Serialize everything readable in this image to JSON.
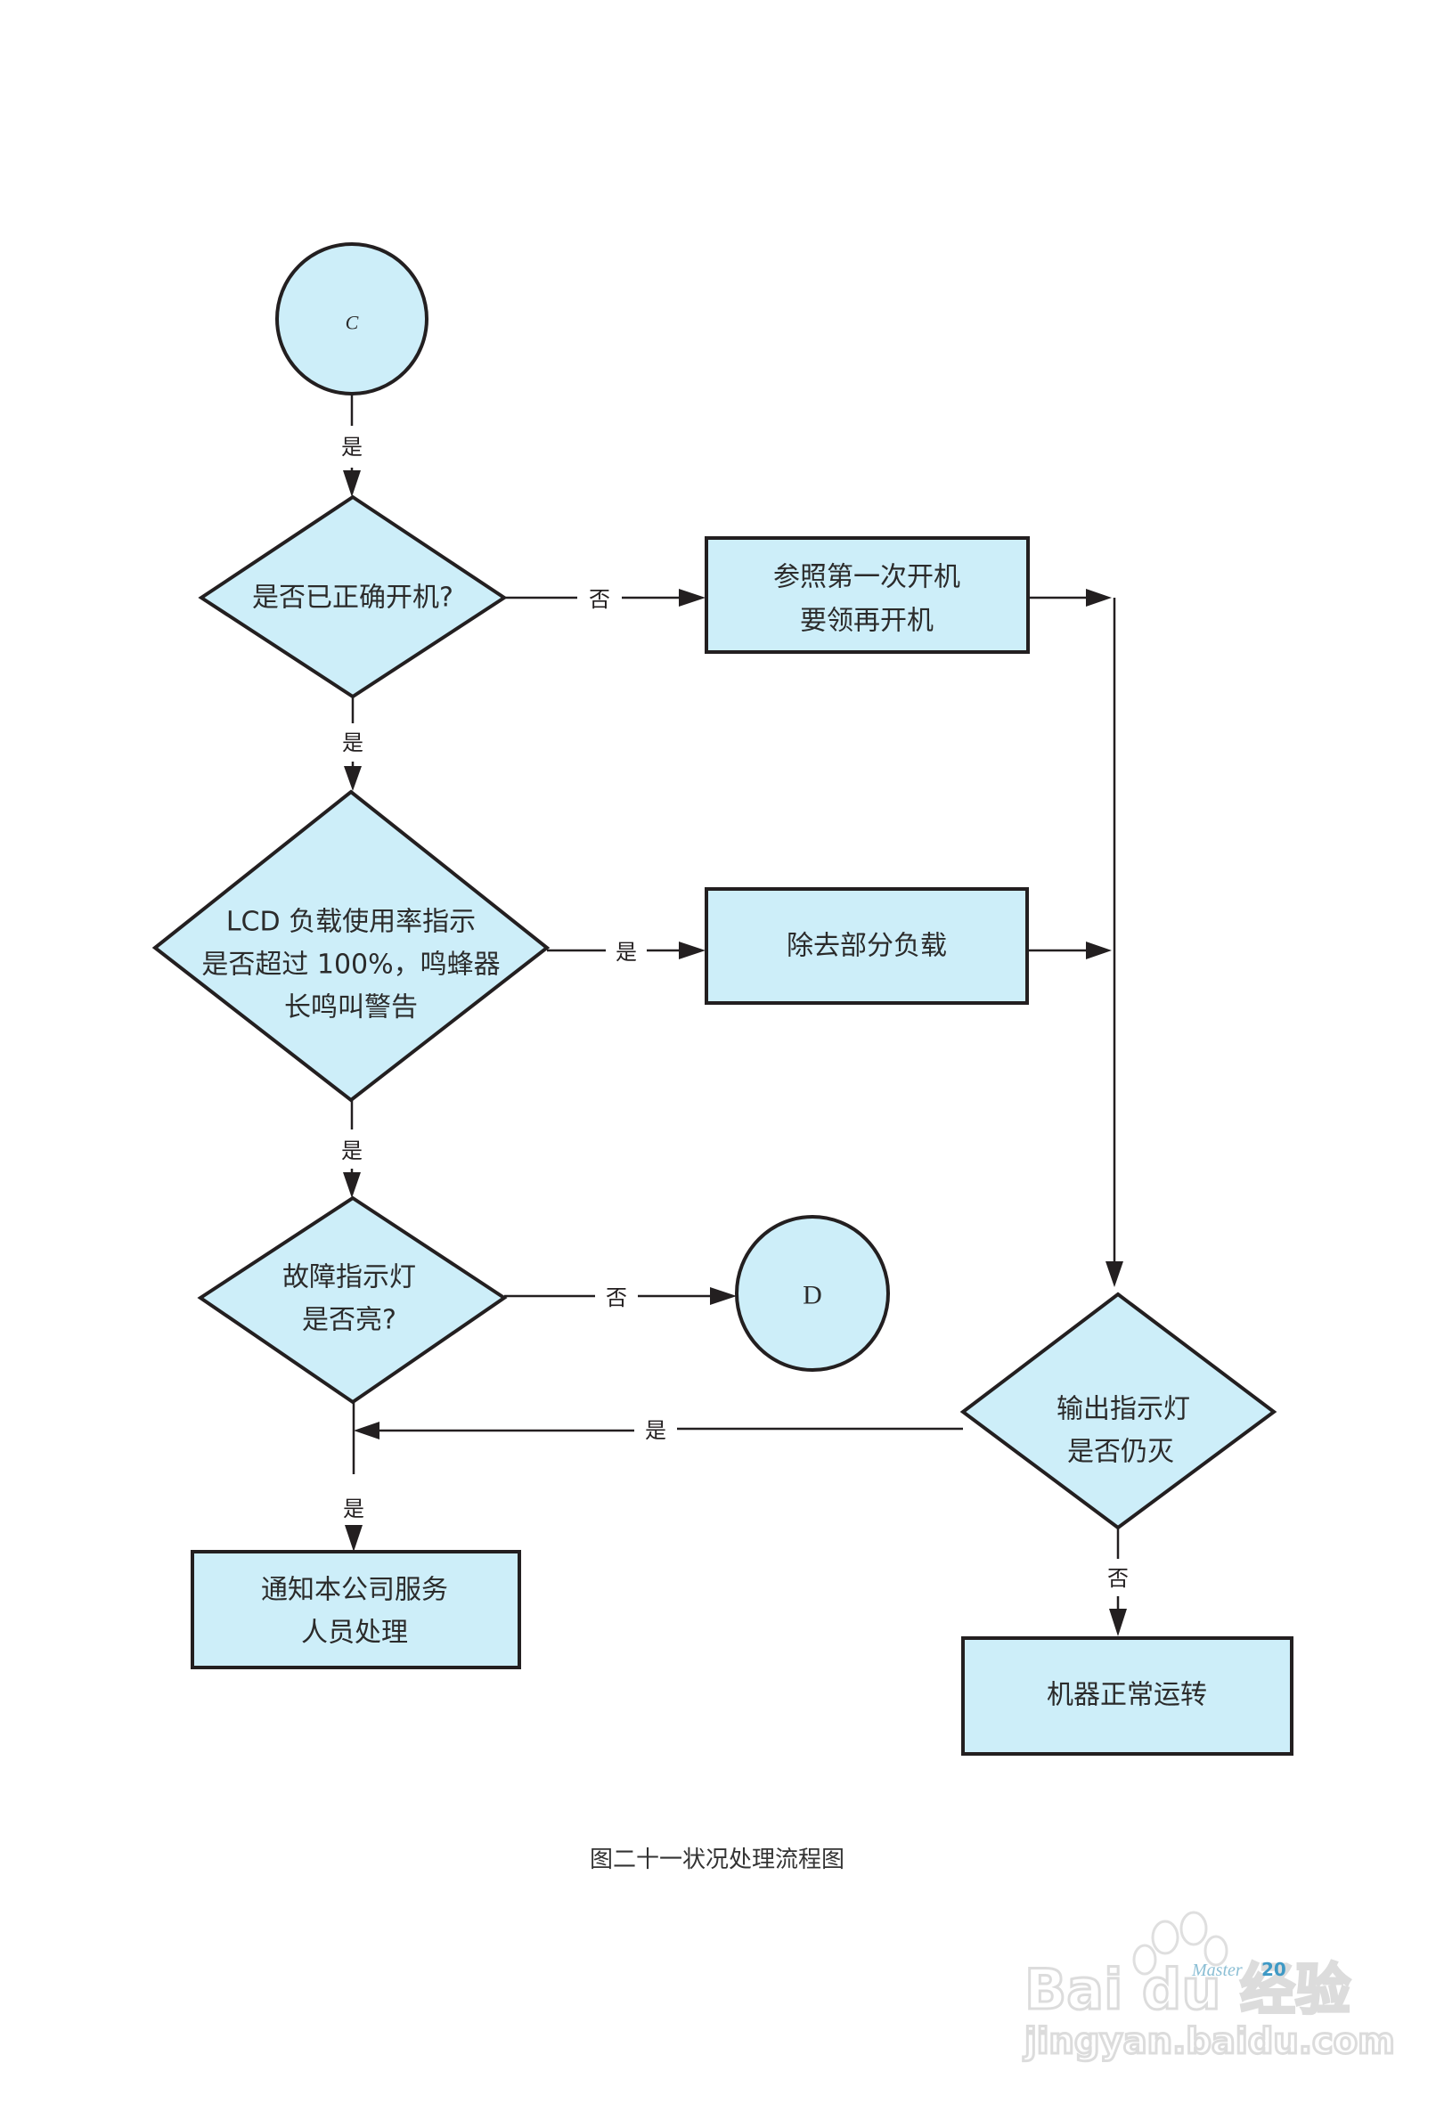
{
  "diagram": {
    "type": "flowchart",
    "fill_color": "#cdeef9",
    "stroke_color": "#231f20",
    "nodes": {
      "connector_c": {
        "shape": "circle",
        "label": "C"
      },
      "decision_power_on": {
        "shape": "diamond",
        "lines": [
          "是否已正确开机?"
        ]
      },
      "process_restart": {
        "shape": "rect",
        "lines": [
          "参照第一次开机",
          "要领再开机"
        ]
      },
      "decision_lcd_load": {
        "shape": "diamond",
        "lines": [
          "LCD 负载使用率指示",
          "是否超过 100%，鸣蜂器",
          "长鸣叫警告"
        ]
      },
      "process_remove_load": {
        "shape": "rect",
        "lines": [
          "除去部分负载"
        ]
      },
      "decision_fault_light": {
        "shape": "diamond",
        "lines": [
          "故障指示灯",
          "是否亮?"
        ]
      },
      "connector_d": {
        "shape": "circle",
        "label": "D"
      },
      "decision_output_light": {
        "shape": "diamond",
        "lines": [
          "输出指示灯",
          "是否仍灭"
        ]
      },
      "process_notify_service": {
        "shape": "rect",
        "lines": [
          "通知本公司服务",
          "人员处理"
        ]
      },
      "process_normal": {
        "shape": "rect",
        "lines": [
          "机器正常运转"
        ]
      }
    },
    "edges": [
      {
        "from": "connector_c",
        "to": "decision_power_on",
        "label": "是"
      },
      {
        "from": "decision_power_on",
        "to": "process_restart",
        "label": "否"
      },
      {
        "from": "decision_power_on",
        "to": "decision_lcd_load",
        "label": "是"
      },
      {
        "from": "decision_lcd_load",
        "to": "process_remove_load",
        "label": "是"
      },
      {
        "from": "decision_lcd_load",
        "to": "decision_fault_light",
        "label": "是"
      },
      {
        "from": "process_restart",
        "to": "decision_output_light",
        "label": ""
      },
      {
        "from": "process_remove_load",
        "to": "decision_output_light",
        "label": ""
      },
      {
        "from": "decision_fault_light",
        "to": "connector_d",
        "label": "否"
      },
      {
        "from": "decision_output_light",
        "to": "decision_fault_light",
        "label": "是"
      },
      {
        "from": "decision_fault_light",
        "to": "process_notify_service",
        "label": "是"
      },
      {
        "from": "decision_output_light",
        "to": "process_normal",
        "label": "否"
      }
    ],
    "caption": "图二十一状况处理流程图"
  },
  "footer": {
    "page_prefix": "Master",
    "page_number": "20"
  },
  "watermark": {
    "brand": "Bai du 经验",
    "url": "jingyan.baidu.com"
  }
}
